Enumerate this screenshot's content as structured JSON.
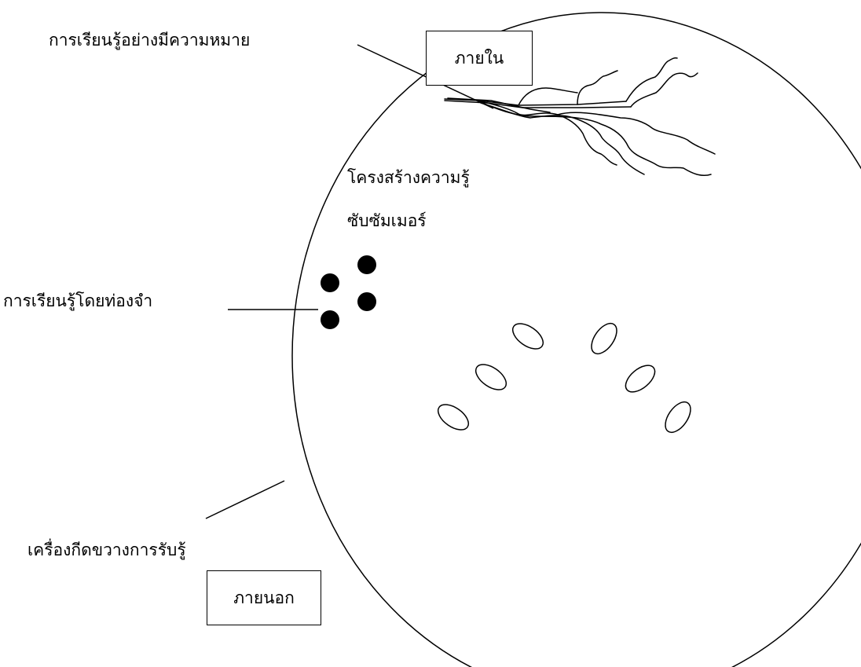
{
  "labels": {
    "meaningful_learning": "การเรียนรู้อย่างมีความหมาย",
    "internal": "ภายใน",
    "cognitive_structure": "โครงสร้างความรู้",
    "subsumer": "ซับซัมเมอร์",
    "rote_learning": "การเรียนรู้โดยท่องจำ",
    "perception_barrier": "เครื่องกีดขวางการรับรู้",
    "external": "ภายนอก"
  },
  "colors": {
    "line": "#000000",
    "background": "#ffffff"
  }
}
